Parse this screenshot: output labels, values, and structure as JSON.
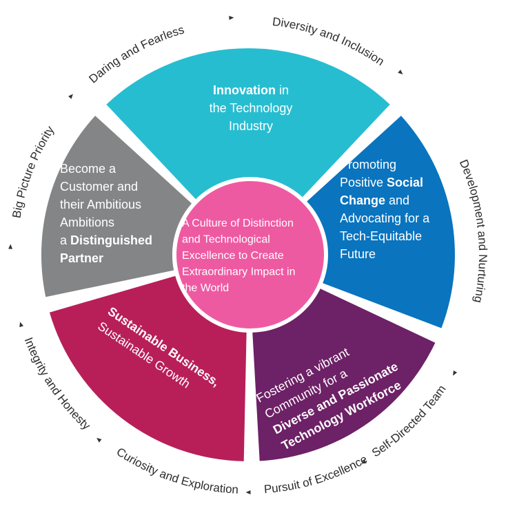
{
  "center": {
    "lines": [
      "A Culture of Distinction",
      "and Technological",
      "Excellence to Create",
      "Extraordinary Impact in",
      "the World"
    ],
    "color": "#ee5aa2"
  },
  "segments": {
    "innovation": {
      "color": "#27bdd1",
      "lines": [
        [
          {
            "t": "Innovation",
            "b": true
          },
          {
            "t": " in",
            "b": false
          }
        ],
        [
          {
            "t": "the Technology",
            "b": false
          }
        ],
        [
          {
            "t": "Industry",
            "b": false
          }
        ]
      ]
    },
    "social": {
      "color": "#0a74bf",
      "lines": [
        [
          {
            "t": "Promoting",
            "b": false
          }
        ],
        [
          {
            "t": "Positive ",
            "b": false
          },
          {
            "t": "Social",
            "b": true
          }
        ],
        [
          {
            "t": "Change",
            "b": true
          },
          {
            "t": " and",
            "b": false
          }
        ],
        [
          {
            "t": "Advocating for a",
            "b": false
          }
        ],
        [
          {
            "t": "Tech-Equitable",
            "b": false
          }
        ],
        [
          {
            "t": "Future",
            "b": false
          }
        ]
      ]
    },
    "workforce": {
      "color": "#6d2166",
      "lines": [
        [
          {
            "t": "Fostering a vibrant",
            "b": false
          }
        ],
        [
          {
            "t": "Community for a",
            "b": false
          }
        ],
        [
          {
            "t": "Diverse and Passionate",
            "b": true
          }
        ],
        [
          {
            "t": "Technology Workforce",
            "b": true
          }
        ]
      ]
    },
    "sustainable": {
      "color": "#b81f58",
      "lines": [
        [
          {
            "t": "Sustainable Business,",
            "b": true
          }
        ],
        [
          {
            "t": "Sustainable Growth",
            "b": false
          }
        ]
      ]
    },
    "customer": {
      "color": "#848586",
      "lines": [
        [
          {
            "t": "Become a",
            "b": false
          }
        ],
        [
          {
            "t": "Customer and",
            "b": false
          }
        ],
        [
          {
            "t": "their Ambitious",
            "b": false
          }
        ],
        [
          {
            "t": "Ambitions",
            "b": false
          }
        ],
        [
          {
            "t": "a ",
            "b": false
          },
          {
            "t": "Distinguished",
            "b": true
          }
        ],
        [
          {
            "t": "Partner",
            "b": true
          }
        ]
      ]
    }
  },
  "ring_labels": [
    "Diversity and Inclusion",
    "Development and Nurturing",
    "Self-Directed Team",
    "Pursuit of Excellence",
    "Curiosity and Exploration",
    "Integrity and Honesty",
    "Big Picture Priority",
    "Daring and Fearless"
  ],
  "colors": {
    "ring_text": "#2b2b2b",
    "arrow": "#333333",
    "segment_text": "#ffffff"
  }
}
